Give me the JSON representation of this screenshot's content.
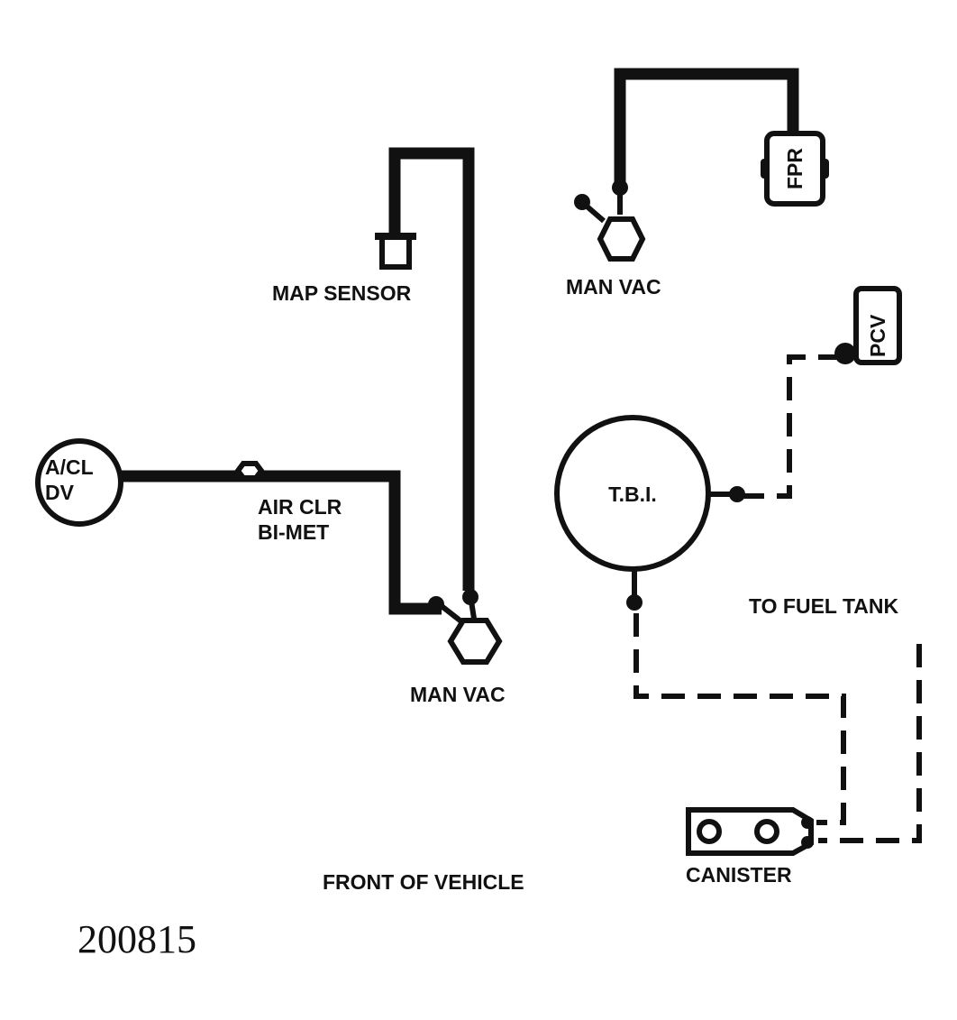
{
  "diagram": {
    "labels": {
      "map_sensor": "MAP SENSOR",
      "man_vac_top": "MAN VAC",
      "acl_dv_line1": "A/CL",
      "acl_dv_line2": "DV",
      "air_clr_line1": "AIR CLR",
      "air_clr_line2": "BI-MET",
      "man_vac_bottom": "MAN VAC",
      "tbi": "T.B.I.",
      "fpr": "FPR",
      "pcv": "PCV",
      "to_fuel_tank": "TO FUEL TANK",
      "canister": "CANISTER",
      "front_of_vehicle": "FRONT OF VEHICLE",
      "figure_code": "200815"
    },
    "colors": {
      "ink": "#111111",
      "background": "#ffffff"
    }
  }
}
